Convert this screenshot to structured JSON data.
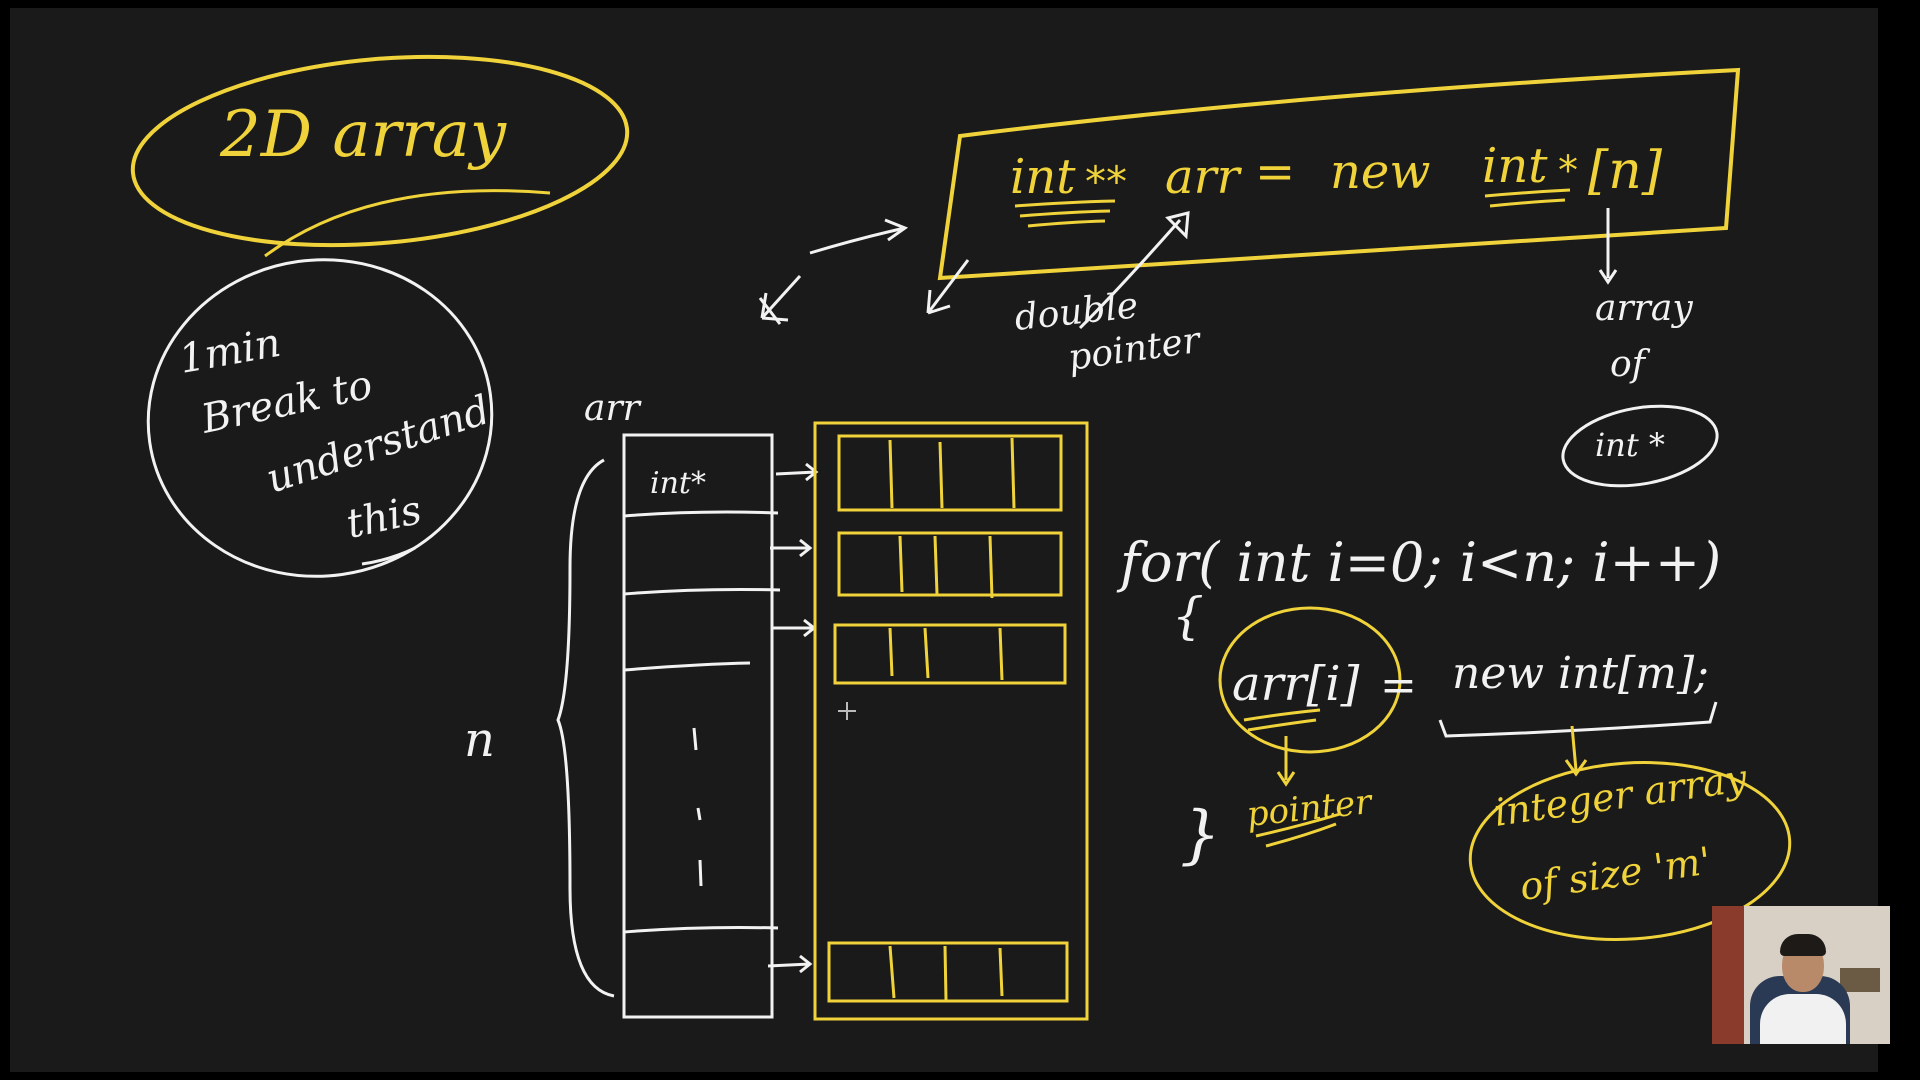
{
  "colors": {
    "background": "#1a1a1a",
    "yellow": "#f0d33a",
    "white": "#f2f2f2"
  },
  "title_bubble": "2D array",
  "break_note": [
    "1min",
    "Break to",
    "understand",
    "this"
  ],
  "declaration": {
    "lhs_type": "int",
    "stars": "**",
    "var": "arr",
    "equals": "=",
    "new_kw": "new",
    "rhs_type": "int",
    "rhs_star": "*",
    "size": "[n]"
  },
  "label_double_pointer": [
    "double",
    "pointer"
  ],
  "label_array_of": [
    "array",
    "of"
  ],
  "label_int_ptr": "int *",
  "diagram": {
    "arr_label": "arr",
    "n_label": "n",
    "cell_first": "int*",
    "dots": [
      "|",
      "'",
      "|"
    ]
  },
  "loop": {
    "header": "for( int i=0; i<n; i++)",
    "open": "{",
    "assign_lhs": "arr[i]",
    "assign_eq": "=",
    "assign_rhs": "new int[m];",
    "close": "}"
  },
  "label_pointer": "pointer",
  "label_integer_array": [
    "integer array",
    "of size 'm'"
  ],
  "webcam": {
    "label": "presenter-webcam"
  }
}
